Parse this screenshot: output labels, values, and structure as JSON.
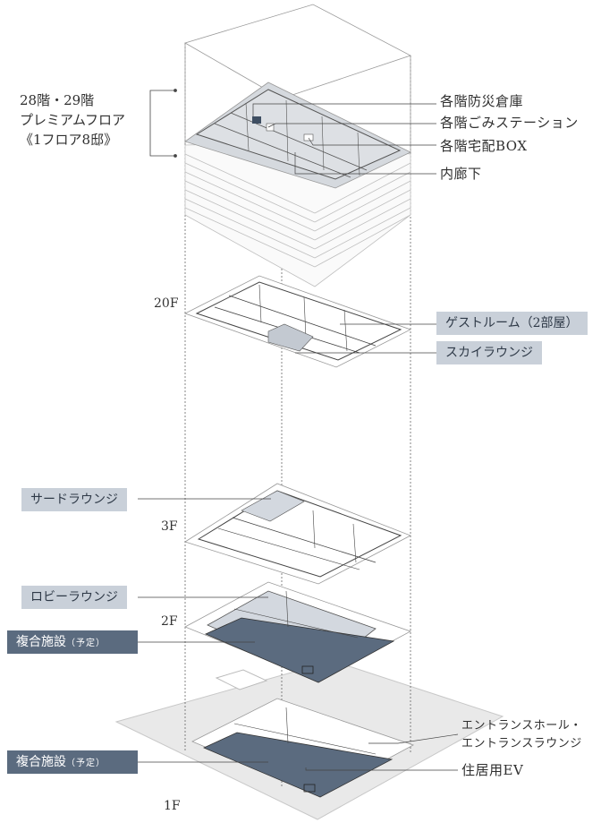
{
  "premium_floor": {
    "line1": "28階・29階",
    "line2": "プレミアムフロア",
    "line3": "《1フロア8邸》"
  },
  "top_callouts": {
    "storage": "各階防災倉庫",
    "garbage": "各階ごみステーション",
    "delivery_box": "各階宅配BOX",
    "corridor": "内廊下"
  },
  "floor_20": {
    "label": "20F",
    "guest_room": "ゲストルーム（2部屋）",
    "sky_lounge": "スカイラウンジ"
  },
  "floor_3": {
    "label": "3F",
    "third_lounge": "サードラウンジ"
  },
  "floor_2": {
    "label": "2F",
    "lobby_lounge": "ロビーラウンジ",
    "complex_name": "複合施設",
    "complex_note": "（予定）"
  },
  "floor_1": {
    "label": "1F",
    "complex_name": "複合施設",
    "complex_note": "（予定）",
    "entrance_line1": "エントランスホール・",
    "entrance_line2": "エントランスラウンジ",
    "elevator": "住居用EV"
  },
  "colors": {
    "light_box": "#c9d0d9",
    "dark_box": "#5b6b7f",
    "highlight_fill": "#5b6b7f",
    "lounge_fill": "#d3d8df",
    "ground_fill": "#e8e8e8",
    "line": "#333333"
  }
}
